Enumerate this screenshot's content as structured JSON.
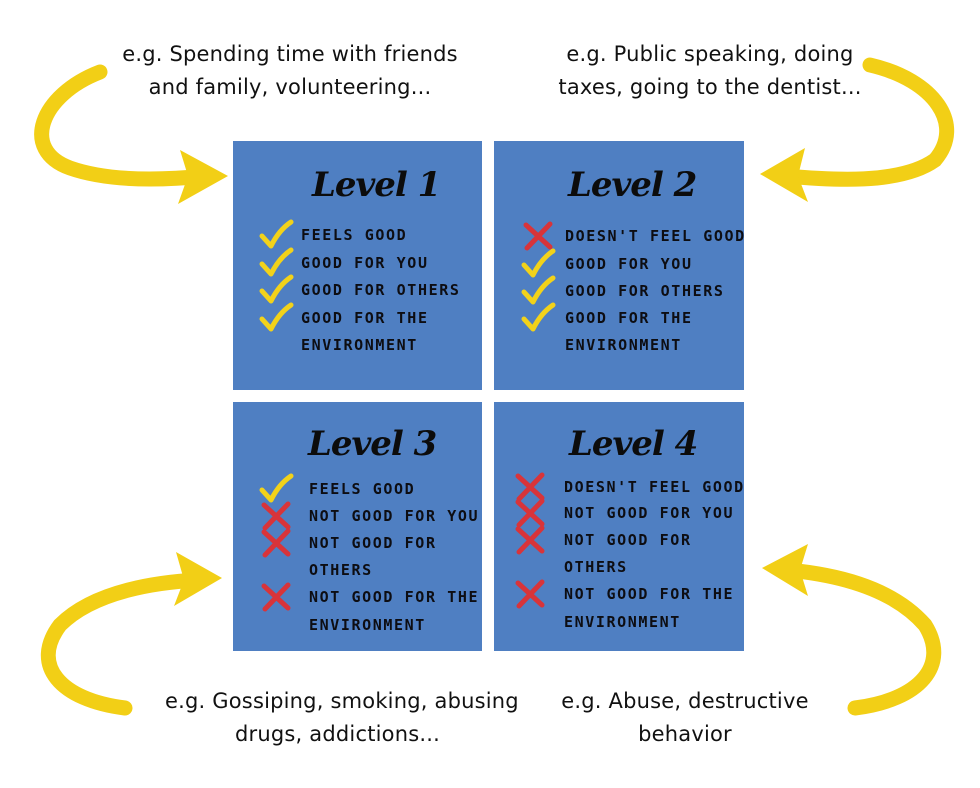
{
  "annotations": {
    "top_left": [
      "e.g. Spending time with friends",
      "and family, volunteering..."
    ],
    "top_right": [
      "e.g. Public speaking, doing",
      "taxes, going to the dentist..."
    ],
    "bottom_left": [
      "e.g. Gossiping, smoking, abusing",
      "drugs, addictions..."
    ],
    "bottom_right": [
      "e.g. Abuse, destructive",
      "behavior"
    ]
  },
  "levels": [
    {
      "title": "Level 1",
      "items": [
        {
          "text": "FEELS GOOD",
          "mark": "check-icon"
        },
        {
          "text": "GOOD FOR YOU",
          "mark": "check-icon"
        },
        {
          "text": "GOOD FOR OTHERS",
          "mark": "check-icon"
        },
        {
          "text": "GOOD FOR THE",
          "mark": "check-icon"
        },
        {
          "text": "ENVIRONMENT",
          "mark": ""
        }
      ]
    },
    {
      "title": "Level 2",
      "items": [
        {
          "text": "DOESN'T FEEL GOOD",
          "mark": "cross-icon"
        },
        {
          "text": "GOOD FOR YOU",
          "mark": "check-icon"
        },
        {
          "text": "GOOD FOR OTHERS",
          "mark": "check-icon"
        },
        {
          "text": "GOOD FOR THE",
          "mark": "check-icon"
        },
        {
          "text": "ENVIRONMENT",
          "mark": ""
        }
      ]
    },
    {
      "title": "Level 3",
      "items": [
        {
          "text": "FEELS GOOD",
          "mark": "check-icon"
        },
        {
          "text": "NOT GOOD FOR YOU",
          "mark": "cross-icon"
        },
        {
          "text": "NOT GOOD FOR",
          "mark": "cross-icon"
        },
        {
          "text": "OTHERS",
          "mark": ""
        },
        {
          "text": "NOT GOOD FOR THE",
          "mark": "cross-icon"
        },
        {
          "text": "ENVIRONMENT",
          "mark": ""
        }
      ]
    },
    {
      "title": "Level 4",
      "items": [
        {
          "text": "DOESN'T FEEL GOOD",
          "mark": "cross-icon"
        },
        {
          "text": "NOT GOOD FOR YOU",
          "mark": "cross-icon"
        },
        {
          "text": "NOT GOOD FOR",
          "mark": "cross-icon"
        },
        {
          "text": "OTHERS",
          "mark": ""
        },
        {
          "text": "NOT GOOD FOR THE",
          "mark": "cross-icon"
        },
        {
          "text": "ENVIRONMENT",
          "mark": ""
        }
      ]
    }
  ],
  "colors": {
    "quadrant": "#4f7fc2",
    "check": "#f2d21a",
    "cross": "#d8343a",
    "arrow": "#f2cf16"
  }
}
